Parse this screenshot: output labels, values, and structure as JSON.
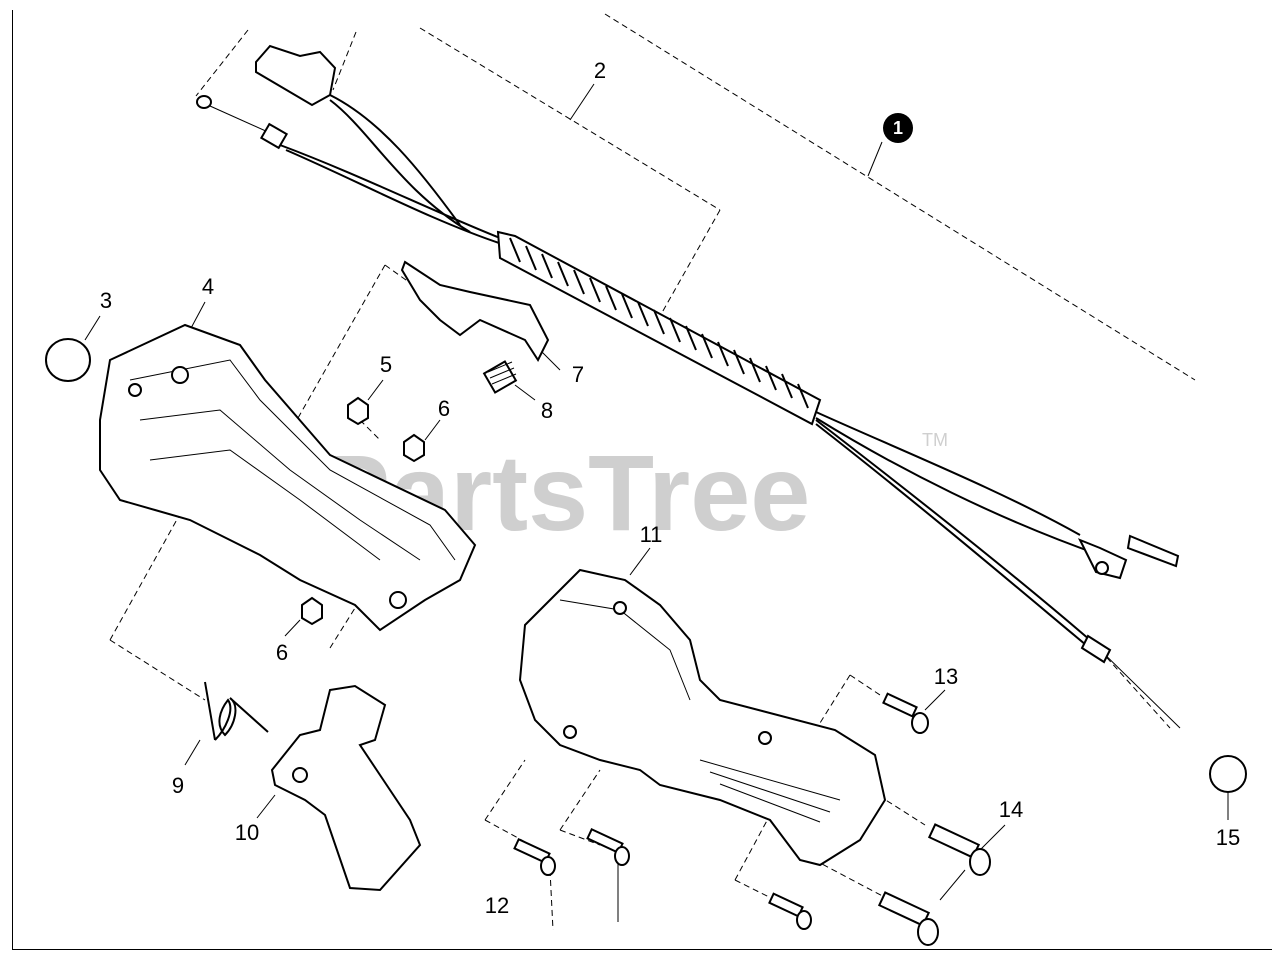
{
  "watermark": {
    "text": "PartsTree",
    "trademark": "TM"
  },
  "assembly_marker": "1",
  "callouts": {
    "c2": "2",
    "c3": "3",
    "c4": "4",
    "c5": "5",
    "c6a": "6",
    "c6b": "6",
    "c7": "7",
    "c8": "8",
    "c9": "9",
    "c10": "10",
    "c11": "11",
    "c12": "12",
    "c13": "13",
    "c14": "14",
    "c15": "15"
  }
}
